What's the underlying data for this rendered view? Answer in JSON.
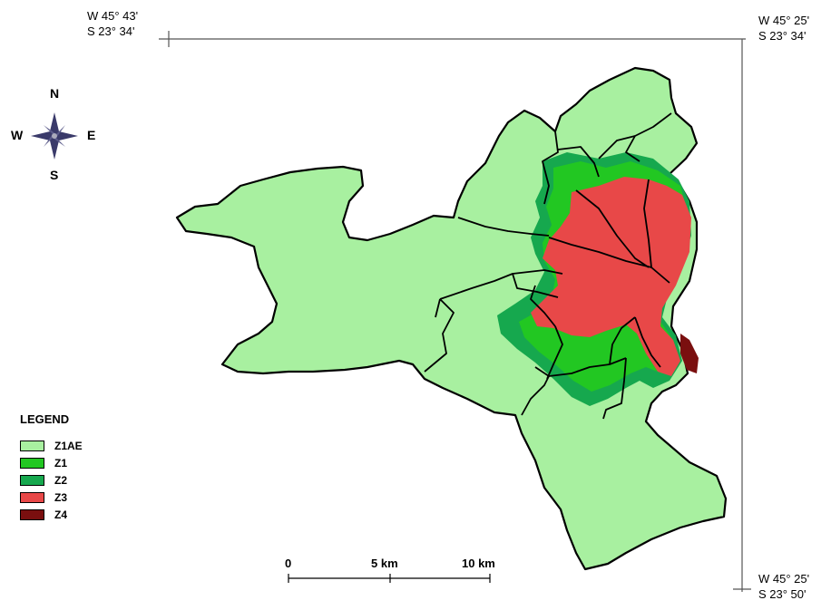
{
  "corners": {
    "top_left": {
      "lon": "W 45° 43'",
      "lat": "S 23° 34'"
    },
    "top_right": {
      "lon": "W 45° 25'",
      "lat": "S 23° 34'"
    },
    "bottom_right": {
      "lon": "W 45° 25'",
      "lat": "S 23° 50'"
    }
  },
  "compass": {
    "n": "N",
    "s": "S",
    "e": "E",
    "w": "W"
  },
  "legend": {
    "title": "LEGEND",
    "items": [
      {
        "label": "Z1AE",
        "color": "#a8f0a0"
      },
      {
        "label": "Z1",
        "color": "#22c722"
      },
      {
        "label": "Z2",
        "color": "#16a84e"
      },
      {
        "label": "Z3",
        "color": "#e84848"
      },
      {
        "label": "Z4",
        "color": "#7a0f0f"
      }
    ]
  },
  "scale_bar": {
    "labels": [
      "0",
      "5 km",
      "10 km"
    ]
  },
  "colors": {
    "border": "#000000",
    "frame": "#555555"
  }
}
